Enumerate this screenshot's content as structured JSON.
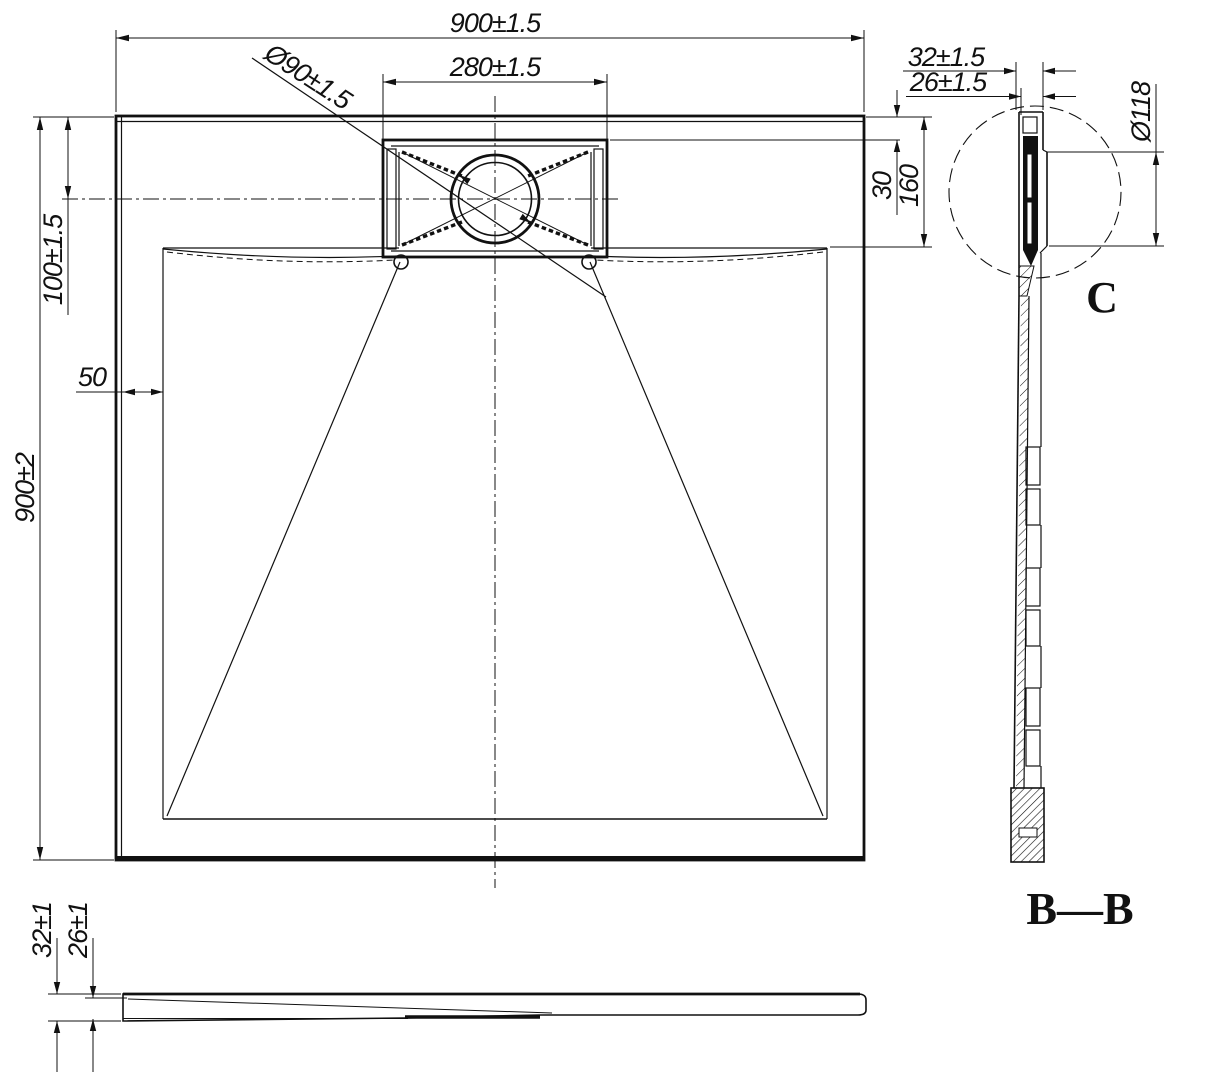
{
  "colors": {
    "ink": "#111111",
    "background": "#ffffff"
  },
  "top_view": {
    "width": "900±1.5",
    "drain_width": "280±1.5",
    "drain_diameter": "Ø90±1.5",
    "drain_offset": "100±1.5",
    "rim_width": "50",
    "height": "900±2",
    "rim_to_drain": "30",
    "rim_to_floor": "160"
  },
  "section_view": {
    "label": "B—B",
    "detail_label": "C",
    "rim_thickness": "32±1.5",
    "inner_rim_thickness": "26±1.5",
    "drain_hole_diameter": "Ø118"
  },
  "front_view": {
    "total_thickness": "32±1",
    "edge_thickness": "26±1"
  }
}
